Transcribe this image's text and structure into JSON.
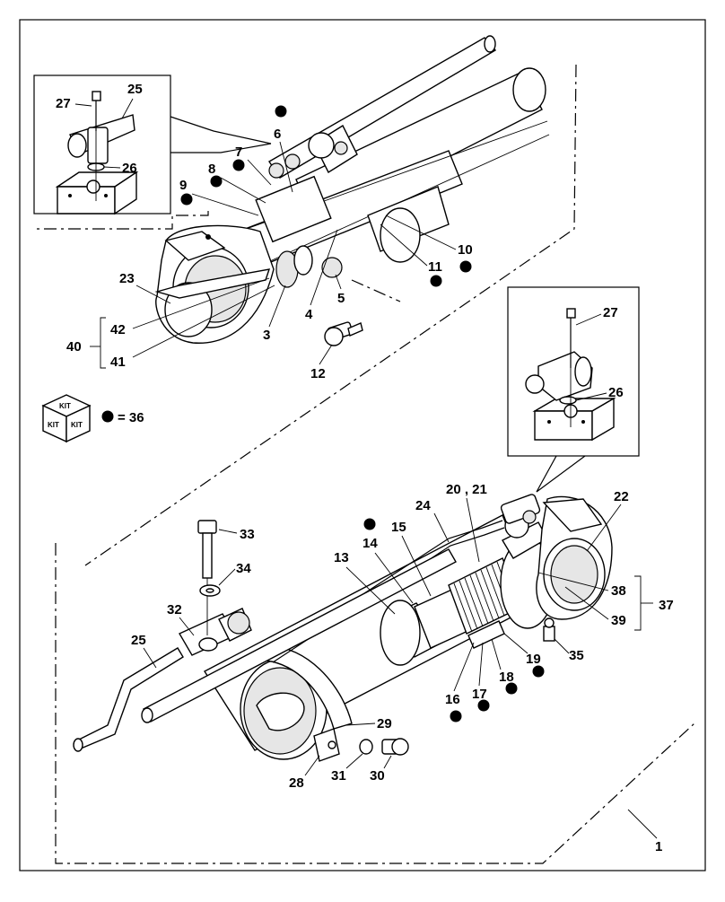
{
  "labels": {
    "l1": "1",
    "l3": "3",
    "l4": "4",
    "l5": "5",
    "l6": "6",
    "l7": "7",
    "l8": "8",
    "l9": "9",
    "l10": "10",
    "l11": "11",
    "l12": "12",
    "l13": "13",
    "l14": "14",
    "l15": "15",
    "l16": "16",
    "l17": "17",
    "l18": "18",
    "l19": "19",
    "l2021": "20 , 21",
    "l22": "22",
    "l23": "23",
    "l24": "24",
    "l25a": "25",
    "l25b": "25",
    "l26a": "26",
    "l26b": "26",
    "l27a": "27",
    "l27b": "27",
    "l28": "28",
    "l29": "29",
    "l30": "30",
    "l31": "31",
    "l32": "32",
    "l33": "33",
    "l34": "34",
    "l35": "35",
    "l37": "37",
    "l38": "38",
    "l39": "39",
    "l40": "40",
    "l41": "41",
    "l42": "42"
  },
  "kit": {
    "box_text_top": "KIT",
    "box_text_left": "KIT",
    "box_text_right": "KIT",
    "legend": "= 36"
  }
}
